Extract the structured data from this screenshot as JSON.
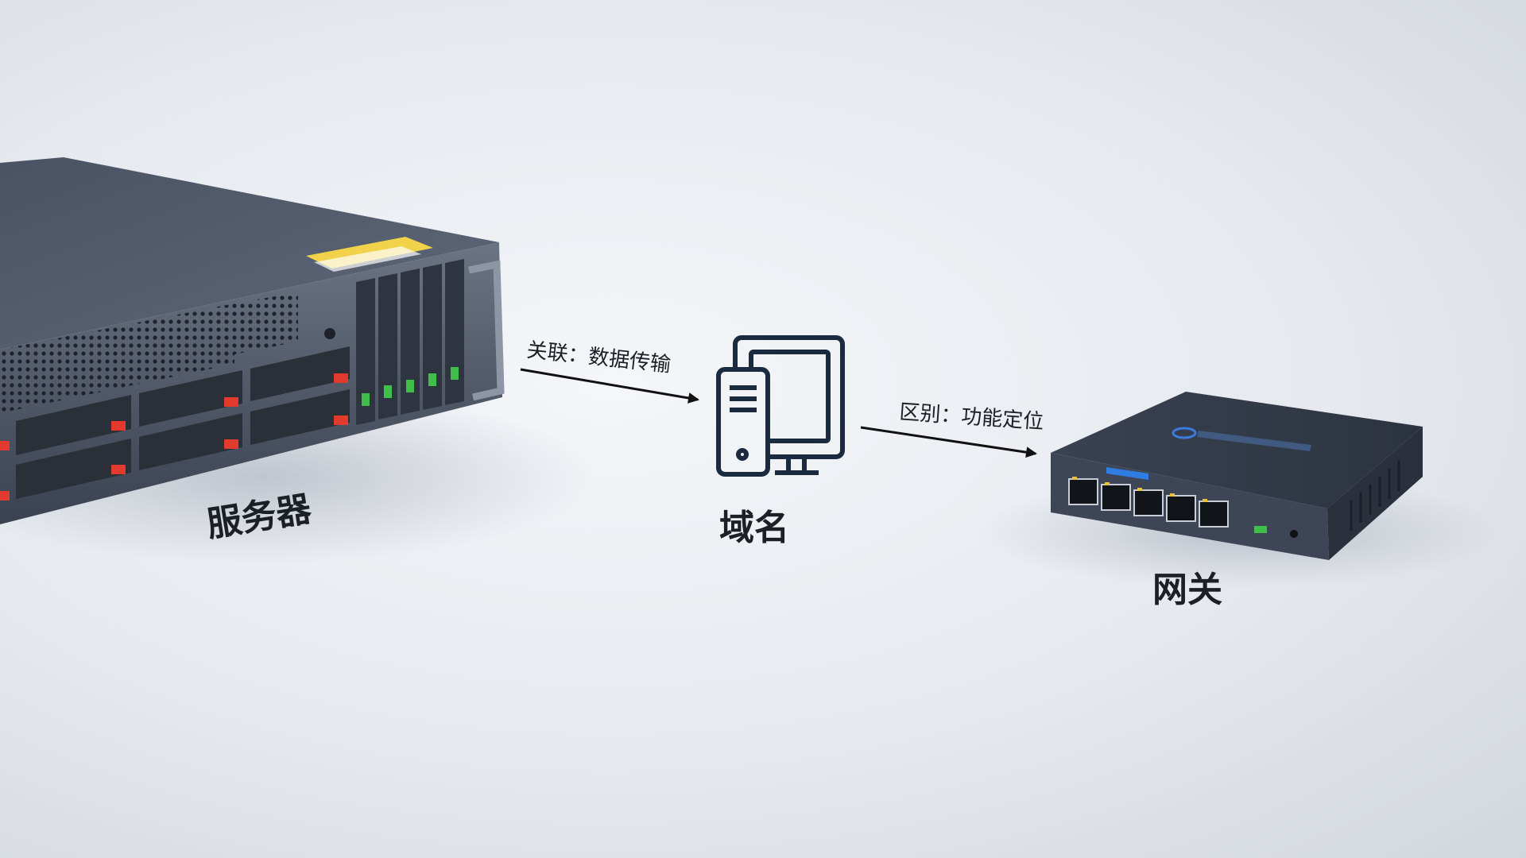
{
  "nodes": {
    "server": {
      "label": "服务器",
      "icon": "rack-server-icon"
    },
    "domain": {
      "label": "域名",
      "icon": "computer-icon"
    },
    "gateway": {
      "label": "网关",
      "icon": "network-switch-icon"
    }
  },
  "edges": [
    {
      "from": "server",
      "to": "domain",
      "label": "关联：数据传输"
    },
    {
      "from": "domain",
      "to": "gateway",
      "label": "区别：功能定位"
    }
  ],
  "colors": {
    "background": "#e9ecf0",
    "text": "#1b1f26",
    "device_body": "#3d4556",
    "accent_red": "#e23b2e",
    "accent_green": "#3fbf4a",
    "icon_stroke": "#1a2a3f"
  }
}
